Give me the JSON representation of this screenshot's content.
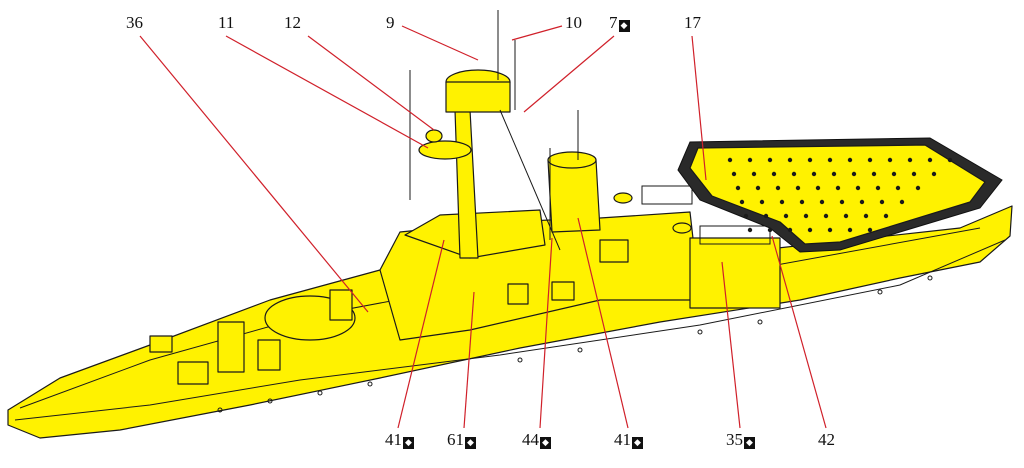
{
  "figure": {
    "background": "#ffffff",
    "hull_color": "#fff200",
    "outline_color": "#1a1a1a",
    "leader_color": "#d0202a"
  },
  "callouts": [
    {
      "id": "c36",
      "text": "36",
      "mark": false
    },
    {
      "id": "c11",
      "text": "11",
      "mark": false
    },
    {
      "id": "c12",
      "text": "12",
      "mark": false
    },
    {
      "id": "c9",
      "text": "9",
      "mark": false
    },
    {
      "id": "c10",
      "text": "10",
      "mark": false
    },
    {
      "id": "c7",
      "text": "7",
      "mark": true
    },
    {
      "id": "c17",
      "text": "17",
      "mark": false
    },
    {
      "id": "c41a",
      "text": "41",
      "mark": true
    },
    {
      "id": "c61",
      "text": "61",
      "mark": true
    },
    {
      "id": "c44",
      "text": "44",
      "mark": true
    },
    {
      "id": "c41b",
      "text": "41",
      "mark": true
    },
    {
      "id": "c35",
      "text": "35",
      "mark": true
    },
    {
      "id": "c42",
      "text": "42",
      "mark": false
    }
  ]
}
